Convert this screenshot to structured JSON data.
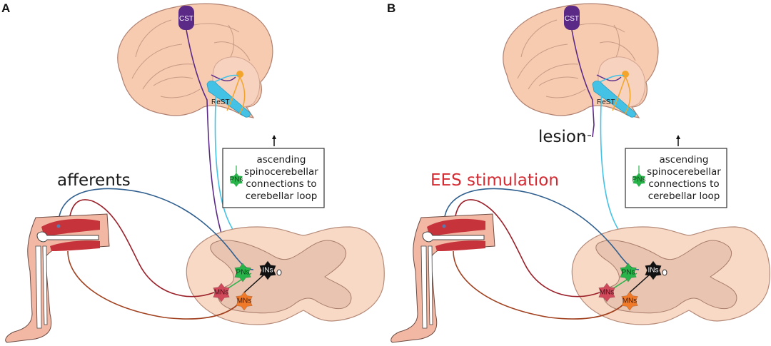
{
  "panels": [
    {
      "id": "A",
      "letter": "A",
      "main_label": "afferents",
      "lesion_label": null,
      "brain": {
        "cst_label": "CST",
        "rest_label": "ReST"
      },
      "legend_box": {
        "cell_label": "PNs",
        "lines": [
          "ascending",
          "spinocerebellar",
          "connections to",
          "cerebellar loop"
        ]
      },
      "spinal_cells": {
        "pns": "PNs",
        "ins": "INs",
        "mns_red": "MNs",
        "mns_orange": "MNs"
      }
    },
    {
      "id": "B",
      "letter": "B",
      "main_label": "EES stimulation",
      "lesion_label": "lesion",
      "brain": {
        "cst_label": "CST",
        "rest_label": "ReST"
      },
      "legend_box": {
        "cell_label": "PNs",
        "lines": [
          "ascending",
          "spinocerebellar",
          "connections to",
          "cerebellar loop"
        ]
      },
      "spinal_cells": {
        "pns": "PNs",
        "ins": "INs",
        "mns_red": "MNs",
        "mns_orange": "MNs"
      }
    }
  ],
  "colors": {
    "brain": "#f6cbb0",
    "brain_outline": "#b08070",
    "cst": "#5b2a86",
    "rest": "#43c2e6",
    "cerebellar_nucleus": "#f3a42a",
    "afferent_blue": "#2f5f8f",
    "afferent_red": "#9a1f28",
    "motor_orange": "#a0401e",
    "muscle": "#c7333b",
    "skin": "#f3b8a4",
    "cord_white": "#f8d9c6",
    "cord_grey": "#e9c4b1",
    "pns": "#28b44a",
    "ins": "#111111",
    "mns_red": "#d14a5c",
    "mns_orange": "#ef7a2a",
    "ees_text": "#d42a32"
  }
}
